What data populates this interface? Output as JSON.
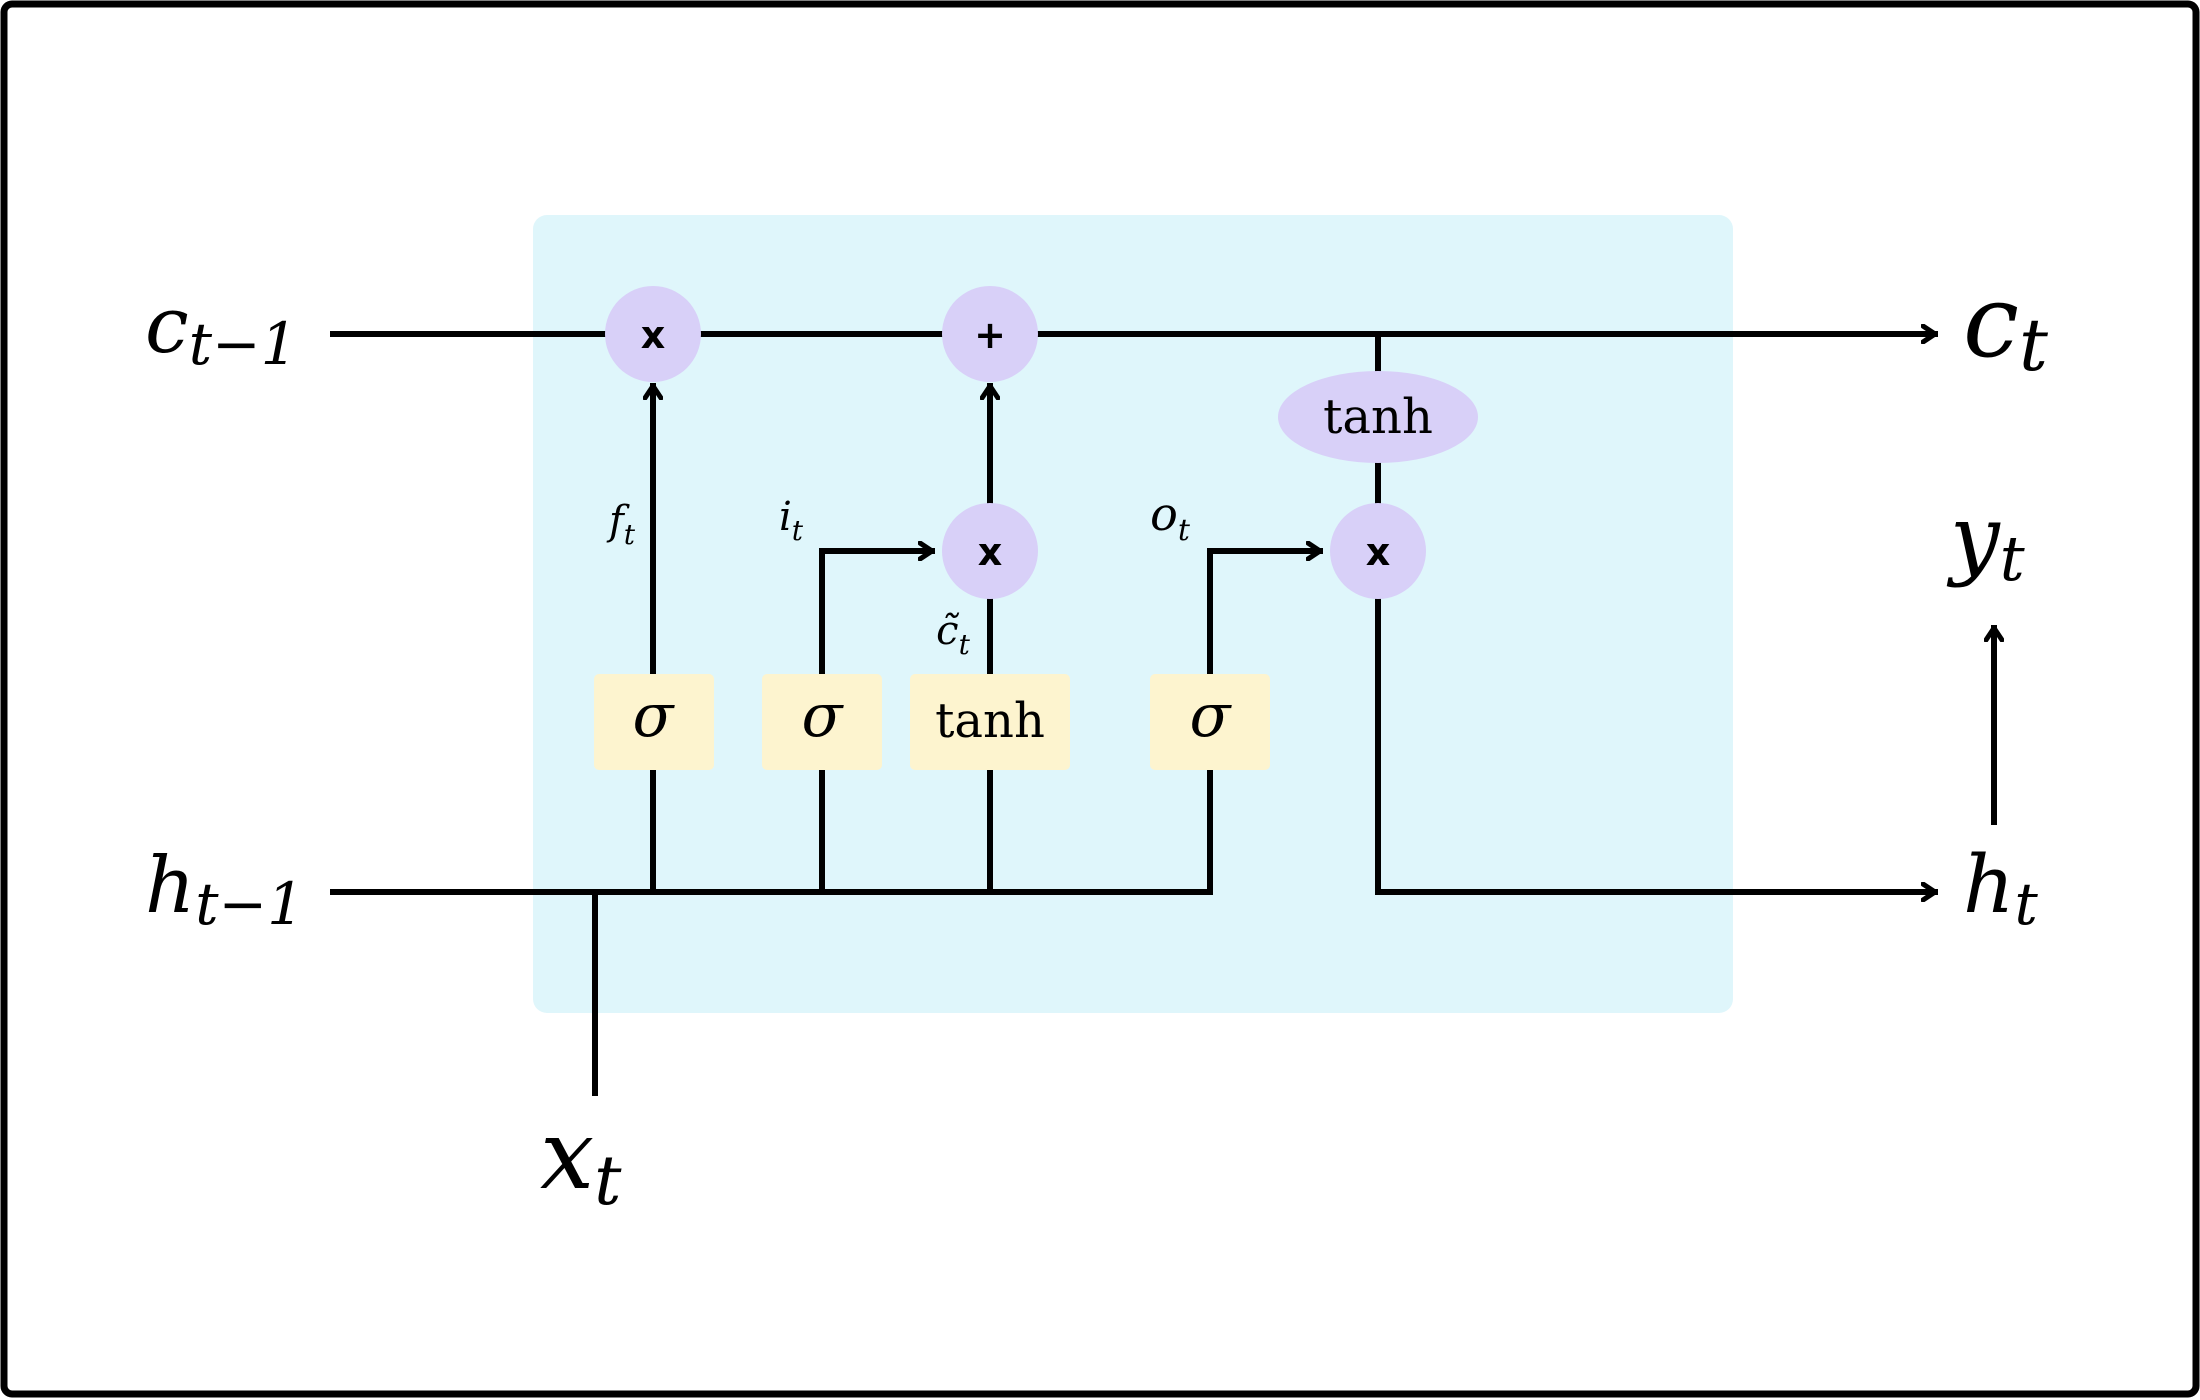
{
  "colors": {
    "frame": "#000000",
    "cell_background": "#dff6fb",
    "operator_fill": "#d8d0f8",
    "gate_fill": "#fdf4cf",
    "line": "#000000"
  },
  "external_labels": {
    "c_prev": {
      "base": "c",
      "sub": "t−1"
    },
    "h_prev": {
      "base": "h",
      "sub": "t−1"
    },
    "x_in": {
      "base": "x",
      "sub": "t"
    },
    "c_out": {
      "base": "c",
      "sub": "t"
    },
    "h_out": {
      "base": "h",
      "sub": "t"
    },
    "y_out": {
      "base": "y",
      "sub": "t"
    }
  },
  "gate_labels": {
    "f": {
      "base": "f",
      "sub": "t"
    },
    "i": {
      "base": "i",
      "sub": "t"
    },
    "c_tilde": {
      "base": "c̃",
      "sub": "t"
    },
    "o": {
      "base": "o",
      "sub": "t"
    }
  },
  "operators": {
    "forget_mult": "x",
    "cell_add": "+",
    "input_mult": "x",
    "output_mult": "x",
    "output_tanh": "tanh"
  },
  "gates": {
    "forget": "σ",
    "input": "σ",
    "candidate": "tanh",
    "output": "σ"
  }
}
